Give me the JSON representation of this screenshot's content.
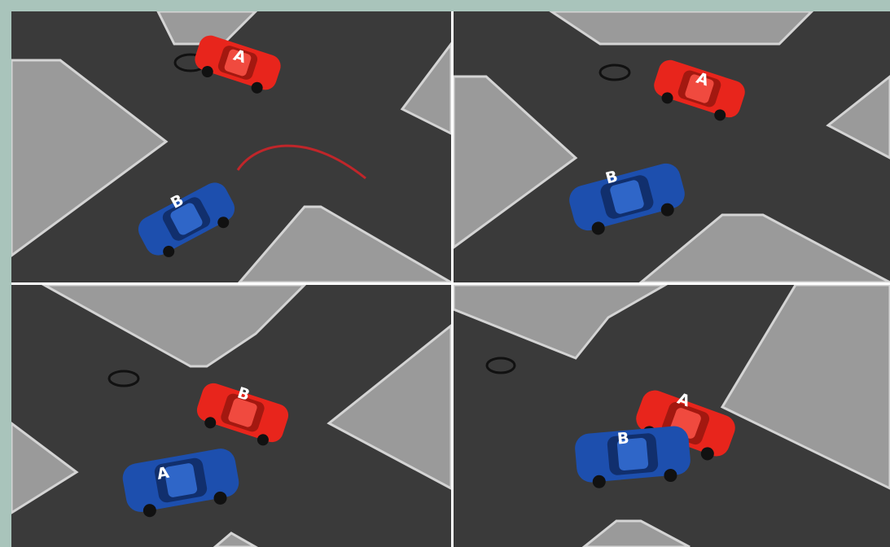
{
  "colors": {
    "frame": "#a9c4bb",
    "road": "#3a3a3a",
    "sidewalk": "#9a9a9a",
    "curb": "#cfcfcf",
    "red_car": "#e8251c",
    "blue_car": "#1d4fae",
    "path": "#c0262a"
  },
  "panels": [
    {
      "name": "panel-1",
      "cars": [
        {
          "color": "red",
          "label": "A"
        },
        {
          "color": "blue",
          "label": "B"
        }
      ],
      "has_path": true
    },
    {
      "name": "panel-2",
      "cars": [
        {
          "color": "red",
          "label": "A"
        },
        {
          "color": "blue",
          "label": "B"
        }
      ],
      "has_path": false
    },
    {
      "name": "panel-3",
      "cars": [
        {
          "color": "red",
          "label": "B"
        },
        {
          "color": "blue",
          "label": "A"
        }
      ],
      "has_path": false
    },
    {
      "name": "panel-4",
      "cars": [
        {
          "color": "red",
          "label": "A"
        },
        {
          "color": "blue",
          "label": "B"
        }
      ],
      "has_path": false
    }
  ]
}
